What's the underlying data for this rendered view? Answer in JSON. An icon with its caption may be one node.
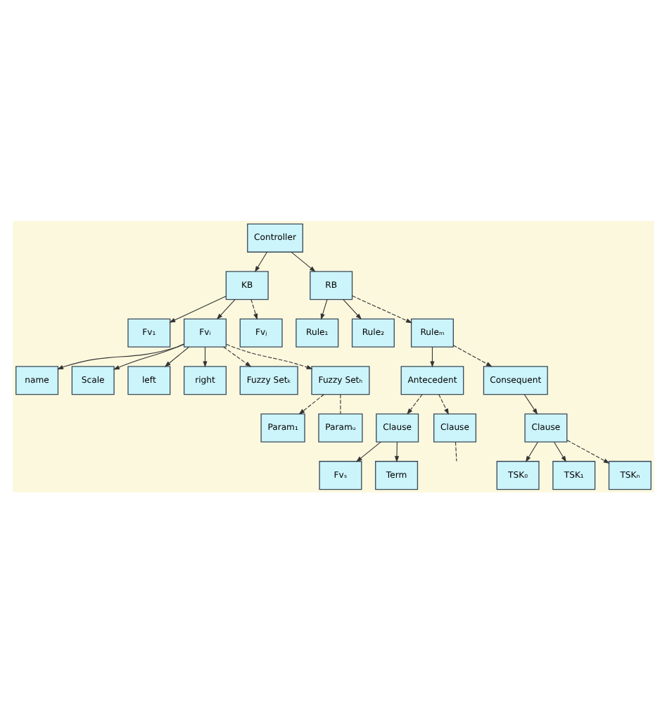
{
  "diagram": {
    "nodes": [
      {
        "text": [
          "Controller"
        ]
      },
      {
        "text": [
          "KB"
        ]
      },
      {
        "text": [
          "RB"
        ]
      },
      {
        "text": [
          "Fv₁"
        ]
      },
      {
        "text": [
          "Fvᵢ"
        ]
      },
      {
        "text": [
          "Fvⱼ"
        ]
      },
      {
        "text": [
          "Rule₁"
        ]
      },
      {
        "text": [
          "Rule₂"
        ]
      },
      {
        "text": [
          "Ruleₘ"
        ]
      },
      {
        "text": [
          "name"
        ]
      },
      {
        "text": [
          "Scale"
        ]
      },
      {
        "text": [
          "left"
        ]
      },
      {
        "text": [
          "right"
        ]
      },
      {
        "text": [
          "Fuzzy Setₖ"
        ]
      },
      {
        "text": [
          "Fuzzy Setₕ"
        ]
      },
      {
        "text": [
          "Param₁"
        ]
      },
      {
        "text": [
          "Paramᵤ"
        ]
      },
      {
        "text": [
          "Antecedent"
        ]
      },
      {
        "text": [
          "Clause"
        ]
      },
      {
        "text": [
          "Fvₛ"
        ]
      },
      {
        "text": [
          "Term"
        ]
      },
      {
        "text": [
          "Consequent"
        ]
      },
      {
        "text": [
          "Clause"
        ]
      },
      {
        "text": [
          "Clause"
        ]
      },
      {
        "text": [
          "TSK₀"
        ]
      },
      {
        "text": [
          "TSK₁"
        ]
      },
      {
        "text": [
          "TSKₙ"
        ]
      }
    ],
    "edges": [
      {
        "from": 0,
        "to": 1,
        "arrow": "to"
      },
      {
        "from": 0,
        "to": 2,
        "arrow": "to"
      },
      {
        "from": 1,
        "to": 3,
        "arrow": "to"
      },
      {
        "from": 1,
        "to": 4,
        "arrow": "to"
      },
      {
        "from": 1,
        "to": 5,
        "arrow": "to",
        "style": "dashed"
      },
      {
        "from": 2,
        "to": 6,
        "arrow": "to"
      },
      {
        "from": 2,
        "to": 7,
        "arrow": "to"
      },
      {
        "from": 2,
        "to": 8,
        "arrow": "to",
        "style": "dashed"
      },
      {
        "from": 4,
        "to": 9,
        "arrow": "to"
      },
      {
        "from": 4,
        "to": 10,
        "arrow": "to"
      },
      {
        "from": 4,
        "to": 11,
        "arrow": "to"
      },
      {
        "from": 4,
        "to": 12,
        "arrow": "to"
      },
      {
        "from": 4,
        "to": 13,
        "arrow": "to",
        "style": "dashed"
      },
      {
        "from": 4,
        "to": 14,
        "arrow": "to",
        "style": "dashed"
      },
      {
        "from": 14,
        "to": 15,
        "arrow": "to",
        "style": "dashed"
      },
      {
        "from": 14,
        "to": 16,
        "arrow": "none",
        "style": "dashed"
      },
      {
        "from": 8,
        "to": 17,
        "arrow": "to"
      },
      {
        "from": 8,
        "to": 21,
        "arrow": "to",
        "style": "dashed"
      },
      {
        "from": 17,
        "to": 18,
        "arrow": "to",
        "style": "dashed"
      },
      {
        "from": 17,
        "to": 22,
        "arrow": "to",
        "style": "dashed"
      },
      {
        "from": 18,
        "to": 19,
        "arrow": "to"
      },
      {
        "from": 18,
        "to": 20,
        "arrow": "to"
      },
      {
        "from": 21,
        "to": 23,
        "arrow": "to"
      },
      {
        "from": 23,
        "to": 24,
        "arrow": "to"
      },
      {
        "from": 23,
        "to": 25,
        "arrow": "to"
      },
      {
        "from": 23,
        "to": 26,
        "arrow": "to",
        "style": "dashed"
      },
      {
        "from": 22,
        "to": null,
        "arrow": "none",
        "style": "dashed"
      }
    ]
  }
}
